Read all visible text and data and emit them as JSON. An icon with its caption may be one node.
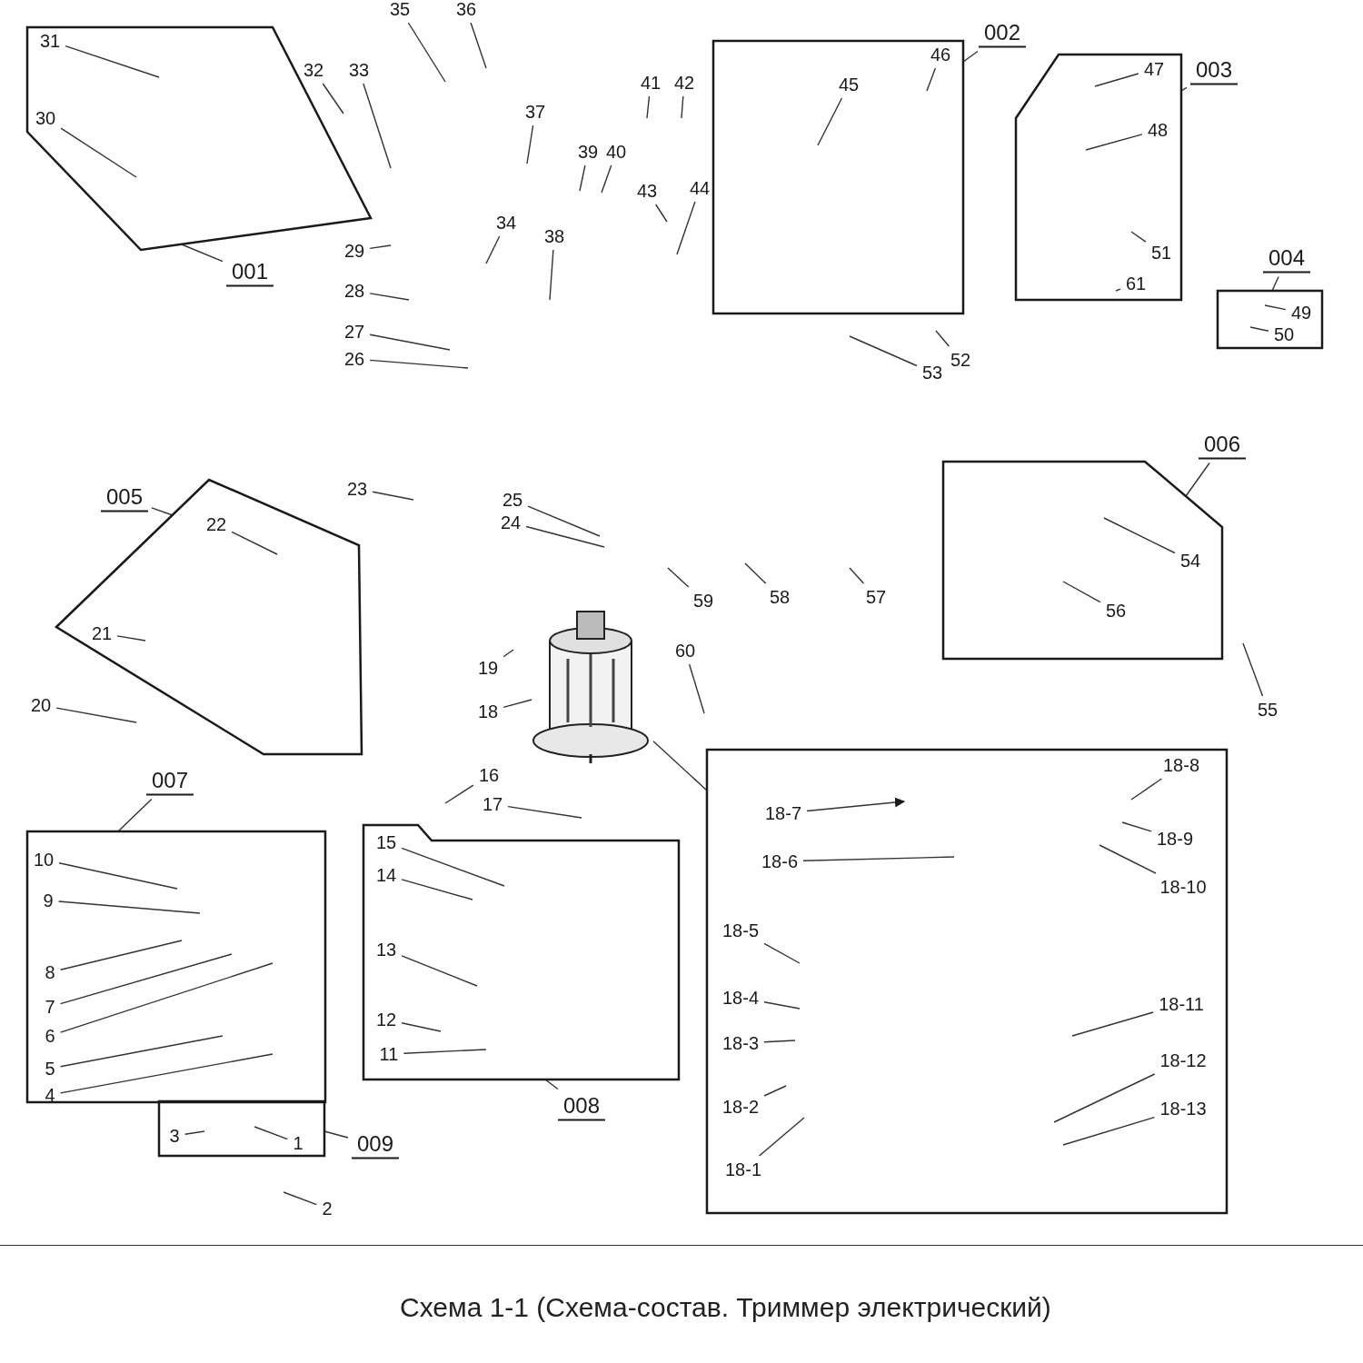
{
  "diagram": {
    "caption": "Схема 1-1 (Схема-состав. Триммер электрический)",
    "nodes": [
      {
        "text": [],
        "shape": "box"
      },
      {
        "text": [],
        "shape": "box"
      },
      {
        "text": [],
        "shape": "box"
      },
      {
        "text": [],
        "shape": "box"
      },
      {
        "text": [],
        "shape": "box"
      },
      {
        "text": [],
        "shape": "box"
      },
      {
        "text": [],
        "shape": "box"
      },
      {
        "text": [],
        "shape": "box"
      },
      {
        "text": [],
        "shape": "box"
      },
      {
        "text": [],
        "shape": "box"
      },
      {
        "text": [
          "001"
        ]
      },
      {
        "text": [
          "002"
        ]
      },
      {
        "text": [
          "003"
        ]
      },
      {
        "text": [
          "004"
        ]
      },
      {
        "text": [
          "005"
        ]
      },
      {
        "text": [
          "006"
        ]
      },
      {
        "text": [
          "007"
        ]
      },
      {
        "text": [
          "008"
        ]
      },
      {
        "text": [
          "009"
        ]
      },
      {
        "text": [
          "31"
        ],
        "in": 0
      },
      {
        "text": [
          "30"
        ],
        "in": 0
      },
      {
        "text": [
          "32"
        ]
      },
      {
        "text": [
          "33"
        ]
      },
      {
        "text": [
          "35"
        ]
      },
      {
        "text": [
          "36"
        ]
      },
      {
        "text": [
          "37"
        ]
      },
      {
        "text": [
          "34"
        ]
      },
      {
        "text": [
          "29"
        ]
      },
      {
        "text": [
          "28"
        ]
      },
      {
        "text": [
          "27"
        ]
      },
      {
        "text": [
          "26"
        ]
      },
      {
        "text": [
          "38"
        ]
      },
      {
        "text": [
          "39"
        ]
      },
      {
        "text": [
          "40"
        ]
      },
      {
        "text": [
          "41"
        ]
      },
      {
        "text": [
          "42"
        ]
      },
      {
        "text": [
          "43"
        ]
      },
      {
        "text": [
          "44"
        ]
      },
      {
        "text": [
          "46"
        ],
        "in": 1
      },
      {
        "text": [
          "45"
        ],
        "in": 1
      },
      {
        "text": [
          "53"
        ]
      },
      {
        "text": [
          "52"
        ]
      },
      {
        "text": [
          "47"
        ],
        "in": 2
      },
      {
        "text": [
          "48"
        ],
        "in": 2
      },
      {
        "text": [
          "51"
        ],
        "in": 2
      },
      {
        "text": [
          "61"
        ],
        "in": 2
      },
      {
        "text": [
          "49"
        ],
        "in": 3
      },
      {
        "text": [
          "50"
        ],
        "in": 3
      },
      {
        "text": [
          "22"
        ],
        "in": 4
      },
      {
        "text": [
          "21"
        ],
        "in": 4
      },
      {
        "text": [
          "20"
        ]
      },
      {
        "text": [
          "23"
        ]
      },
      {
        "text": [
          "25"
        ]
      },
      {
        "text": [
          "24"
        ]
      },
      {
        "text": [
          "59"
        ]
      },
      {
        "text": [
          "58"
        ]
      },
      {
        "text": [
          "57"
        ]
      },
      {
        "text": [
          "54"
        ],
        "in": 5
      },
      {
        "text": [
          "56"
        ],
        "in": 5
      },
      {
        "text": [
          "55"
        ]
      },
      {
        "text": [
          "19"
        ]
      },
      {
        "text": [
          "18"
        ]
      },
      {
        "text": [
          "60"
        ]
      },
      {
        "text": [
          "16"
        ]
      },
      {
        "text": [
          "17"
        ]
      },
      {
        "text": [
          "10"
        ],
        "in": 6
      },
      {
        "text": [
          "9"
        ],
        "in": 6
      },
      {
        "text": [
          "8"
        ],
        "in": 6
      },
      {
        "text": [
          "7"
        ],
        "in": 6
      },
      {
        "text": [
          "6"
        ],
        "in": 6
      },
      {
        "text": [
          "5"
        ],
        "in": 6
      },
      {
        "text": [
          "4"
        ],
        "in": 6
      },
      {
        "text": [
          "15"
        ],
        "in": 7
      },
      {
        "text": [
          "14"
        ],
        "in": 7
      },
      {
        "text": [
          "13"
        ],
        "in": 7
      },
      {
        "text": [
          "12"
        ],
        "in": 7
      },
      {
        "text": [
          "11"
        ],
        "in": 7
      },
      {
        "text": [
          "3"
        ],
        "in": 8
      },
      {
        "text": [
          "1"
        ],
        "in": 8
      },
      {
        "text": [
          "2"
        ]
      },
      {
        "text": [
          "18-8"
        ],
        "in": 9
      },
      {
        "text": [
          "18-7"
        ],
        "in": 9
      },
      {
        "text": [
          "18-9"
        ],
        "in": 9
      },
      {
        "text": [
          "18-6"
        ],
        "in": 9
      },
      {
        "text": [
          "18-10"
        ],
        "in": 9
      },
      {
        "text": [
          "18-5"
        ],
        "in": 9
      },
      {
        "text": [
          "18-4"
        ],
        "in": 9
      },
      {
        "text": [
          "18-3"
        ],
        "in": 9
      },
      {
        "text": [
          "18-11"
        ],
        "in": 9
      },
      {
        "text": [
          "18-12"
        ],
        "in": 9
      },
      {
        "text": [
          "18-2"
        ],
        "in": 9
      },
      {
        "text": [
          "18-13"
        ],
        "in": 9
      },
      {
        "text": [
          "18-1"
        ],
        "in": 9
      },
      {
        "text": [],
        "shape": "picture"
      }
    ],
    "edges": [
      {
        "from": 10,
        "to": 0,
        "arrow": "none"
      },
      {
        "from": 11,
        "to": 1,
        "arrow": "none"
      },
      {
        "from": 12,
        "to": 2,
        "arrow": "none"
      },
      {
        "from": 13,
        "to": 3,
        "arrow": "none"
      },
      {
        "from": 14,
        "to": 4,
        "arrow": "none"
      },
      {
        "from": 15,
        "to": 5,
        "arrow": "none"
      },
      {
        "from": 16,
        "to": 6,
        "arrow": "none"
      },
      {
        "from": 17,
        "to": 7,
        "arrow": "none"
      },
      {
        "from": 18,
        "to": 8,
        "arrow": "none"
      },
      {
        "from": 19,
        "to": null,
        "arrow": "none"
      },
      {
        "from": 20,
        "to": null,
        "arrow": "none"
      },
      {
        "from": 21,
        "to": null,
        "arrow": "none"
      },
      {
        "from": 22,
        "to": null,
        "arrow": "none"
      },
      {
        "from": 23,
        "to": null,
        "arrow": "none"
      },
      {
        "from": 24,
        "to": null,
        "arrow": "none"
      },
      {
        "from": 25,
        "to": null,
        "arrow": "none"
      },
      {
        "from": 26,
        "to": null,
        "arrow": "none"
      },
      {
        "from": 27,
        "to": null,
        "arrow": "none"
      },
      {
        "from": 28,
        "to": null,
        "arrow": "none"
      },
      {
        "from": 29,
        "to": null,
        "arrow": "none"
      },
      {
        "from": 30,
        "to": null,
        "arrow": "none"
      },
      {
        "from": 31,
        "to": null,
        "arrow": "none"
      },
      {
        "from": 32,
        "to": null,
        "arrow": "none"
      },
      {
        "from": 33,
        "to": null,
        "arrow": "none"
      },
      {
        "from": 34,
        "to": null,
        "arrow": "none"
      },
      {
        "from": 35,
        "to": null,
        "arrow": "none"
      },
      {
        "from": 36,
        "to": null,
        "arrow": "none"
      },
      {
        "from": 37,
        "to": null,
        "arrow": "none"
      },
      {
        "from": 38,
        "to": null,
        "arrow": "none"
      },
      {
        "from": 39,
        "to": null,
        "arrow": "none"
      },
      {
        "from": 40,
        "to": null,
        "arrow": "none"
      },
      {
        "from": 41,
        "to": null,
        "arrow": "none"
      },
      {
        "from": 42,
        "to": null,
        "arrow": "none"
      },
      {
        "from": 43,
        "to": null,
        "arrow": "none"
      },
      {
        "from": 44,
        "to": null,
        "arrow": "none"
      },
      {
        "from": 45,
        "to": null,
        "arrow": "none"
      },
      {
        "from": 46,
        "to": null,
        "arrow": "none"
      },
      {
        "from": 47,
        "to": null,
        "arrow": "none"
      },
      {
        "from": 48,
        "to": null,
        "arrow": "none"
      },
      {
        "from": 49,
        "to": null,
        "arrow": "none"
      },
      {
        "from": 50,
        "to": null,
        "arrow": "none"
      },
      {
        "from": 51,
        "to": null,
        "arrow": "none"
      },
      {
        "from": 52,
        "to": null,
        "arrow": "none"
      },
      {
        "from": 53,
        "to": null,
        "arrow": "none"
      },
      {
        "from": 54,
        "to": null,
        "arrow": "none"
      },
      {
        "from": 55,
        "to": null,
        "arrow": "none"
      },
      {
        "from": 56,
        "to": null,
        "arrow": "none"
      },
      {
        "from": 57,
        "to": null,
        "arrow": "none"
      },
      {
        "from": 58,
        "to": null,
        "arrow": "none"
      },
      {
        "from": 59,
        "to": null,
        "arrow": "none"
      },
      {
        "from": 60,
        "to": null,
        "arrow": "none"
      },
      {
        "from": 61,
        "to": 93,
        "arrow": "none"
      },
      {
        "from": 62,
        "to": null,
        "arrow": "none"
      },
      {
        "from": 63,
        "to": null,
        "arrow": "none"
      },
      {
        "from": 64,
        "to": null,
        "arrow": "none"
      },
      {
        "from": 65,
        "to": null,
        "arrow": "none"
      },
      {
        "from": 66,
        "to": null,
        "arrow": "none"
      },
      {
        "from": 67,
        "to": null,
        "arrow": "none"
      },
      {
        "from": 68,
        "to": null,
        "arrow": "none"
      },
      {
        "from": 69,
        "to": null,
        "arrow": "none"
      },
      {
        "from": 70,
        "to": null,
        "arrow": "none"
      },
      {
        "from": 71,
        "to": null,
        "arrow": "none"
      },
      {
        "from": 72,
        "to": null,
        "arrow": "none"
      },
      {
        "from": 73,
        "to": null,
        "arrow": "none"
      },
      {
        "from": 74,
        "to": null,
        "arrow": "none"
      },
      {
        "from": 75,
        "to": null,
        "arrow": "none"
      },
      {
        "from": 76,
        "to": null,
        "arrow": "none"
      },
      {
        "from": 77,
        "to": null,
        "arrow": "none"
      },
      {
        "from": 78,
        "to": null,
        "arrow": "none"
      },
      {
        "from": 79,
        "to": null,
        "arrow": "none"
      },
      {
        "from": 80,
        "to": null,
        "arrow": "none"
      },
      {
        "from": 81,
        "to": null,
        "arrow": "to"
      },
      {
        "from": 82,
        "to": null,
        "arrow": "none"
      },
      {
        "from": 83,
        "to": null,
        "arrow": "none"
      },
      {
        "from": 84,
        "to": null,
        "arrow": "none"
      },
      {
        "from": 85,
        "to": null,
        "arrow": "none"
      },
      {
        "from": 86,
        "to": null,
        "arrow": "none"
      },
      {
        "from": 87,
        "to": null,
        "arrow": "none"
      },
      {
        "from": 88,
        "to": null,
        "arrow": "none"
      },
      {
        "from": 89,
        "to": null,
        "arrow": "none"
      },
      {
        "from": 90,
        "to": null,
        "arrow": "none"
      },
      {
        "from": 91,
        "to": null,
        "arrow": "none"
      },
      {
        "from": 92,
        "to": null,
        "arrow": "none"
      },
      {
        "from": 93,
        "to": 9,
        "arrow": "none"
      }
    ]
  }
}
